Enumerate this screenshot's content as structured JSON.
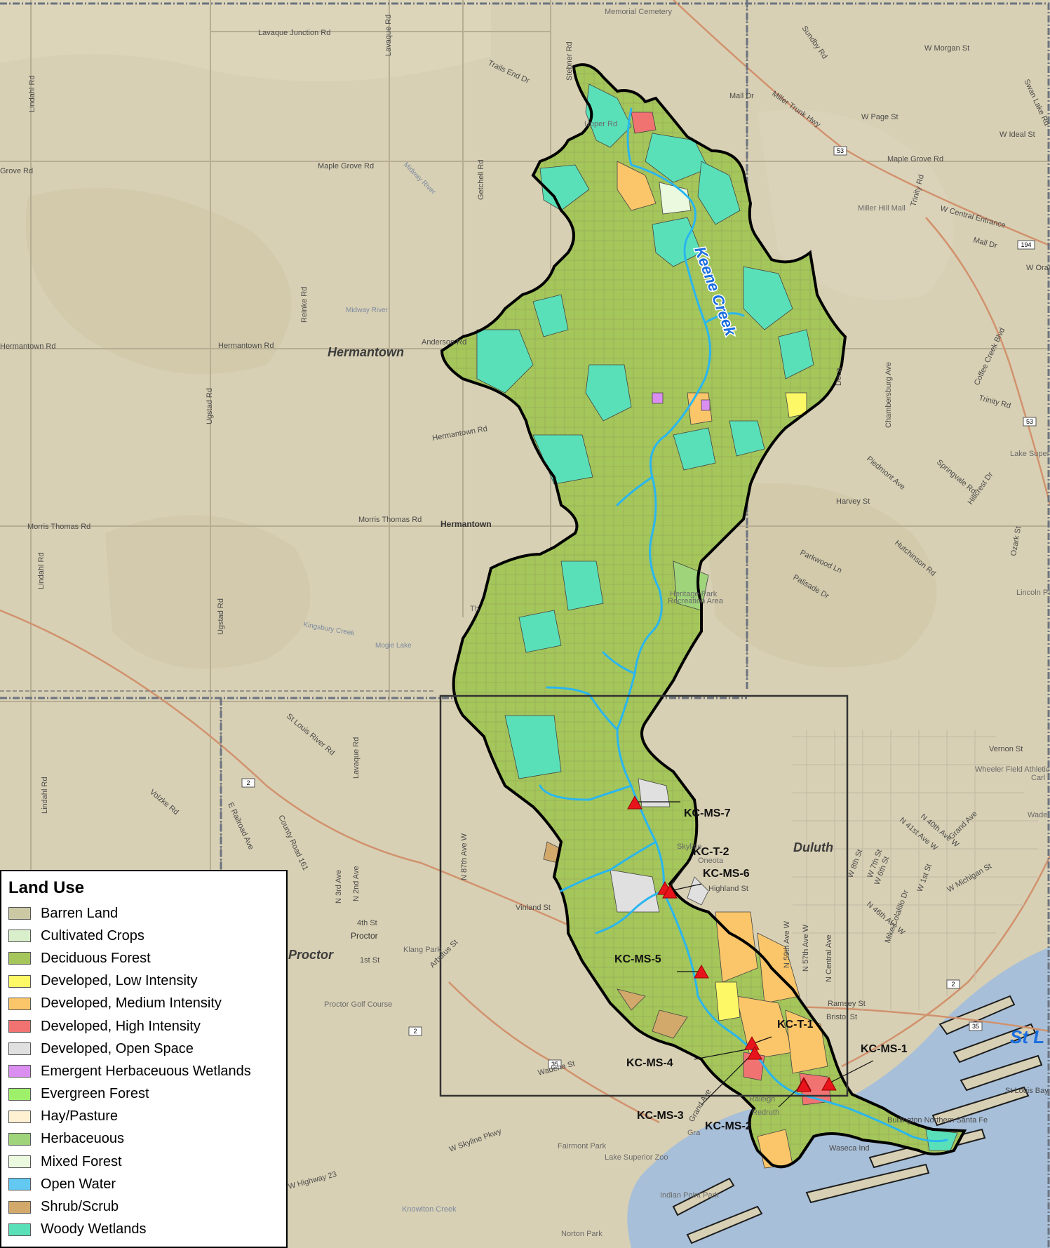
{
  "map": {
    "roads": [
      "Lavaque Junction Rd",
      "Trails End Dr",
      "Maple Grove Rd",
      "Maple Grove Rd",
      "Grove Rd",
      "Lindahl Rd",
      "Lavaque Rd",
      "Stebner Rd",
      "Getchell Rd",
      "Midway River",
      "Midway River",
      "Reinke Rd",
      "Hermantown Rd",
      "Hermantown Rd",
      "Anderson Rd",
      "Hermantown Rd",
      "Ugstad Rd",
      "Morris Thomas Rd",
      "Morris Thomas Rd",
      "Lindahl Rd",
      "Ugstad Rd",
      "Kingsbury Creek",
      "Mogie Lake",
      "St Louis River Rd",
      "Lindahl Rd",
      "Lavaque Rd",
      "Vinland St",
      "N 87th Ave W",
      "Arbutus St",
      "Volzke Rd",
      "E Railroad Ave",
      "County Road 161",
      "N 3rd Ave",
      "N 2nd Ave",
      "4th St",
      "1st St",
      "Highland St",
      "Sundby Rd",
      "Miller Trunk Hwy",
      "W Morgan St",
      "Mall Dr",
      "W Page St",
      "W Ideal St",
      "Swan Lake Rd",
      "W Central Entrance",
      "Mall Dr",
      "Trinity Rd",
      "Chambersburg Ave",
      "Coffee Creek Blvd",
      "Trinity Rd",
      "Piedmont Ave",
      "Springvale Rd",
      "Hillcrest Dr",
      "Harvey St",
      "Ozark St",
      "Hutchinson Rd",
      "Parkwood Ln",
      "Palisade Dr",
      "Vernon St",
      "N 59th Ave W",
      "N 57th Ave W",
      "N Central Ave",
      "Ramsey St",
      "Bristol St",
      "Grand Ave",
      "N 40th Ave W",
      "N 41st Ave W",
      "W 8th St",
      "W 7th St",
      "W 6th St",
      "W 1st St",
      "W Michigan St",
      "N 46th Ave W",
      "Mike Colalillo Dr",
      "W Skyline Pkwy",
      "Wadena St",
      "W Highway 23",
      "Knowlton Creek",
      "Grand Ave",
      "Waseca Ind",
      "St Louis Bay",
      "Burlington Northern Santa Fe",
      "W Orange",
      "Deca"
    ],
    "places": [
      "Hermantown",
      "Hermantown",
      "Proctor",
      "Duluth",
      "St L"
    ],
    "small_places": [
      "Miller Hill Mall",
      "Lake Superior College",
      "Lincoln Park",
      "Wheeler Field Athletic Complex",
      "Wade Municipal Stadium",
      "Proctor Golf Course",
      "Klang Park",
      "Fairmont Park",
      "Lake Superior Zoo",
      "Indian Point Park",
      "Norton Park",
      "Heritage Park",
      "Recreation Area",
      "Skyline",
      "Oneota",
      "Raleigh",
      "Redruth",
      "Proctor",
      "Gra",
      "Th",
      "Carl",
      "Memorial Cemetery",
      "Upper Rd"
    ],
    "route_shields": [
      "53",
      "53",
      "194",
      "2",
      "2",
      "35",
      "35",
      "2"
    ],
    "creek_name": "Keene Creek",
    "monitoring_sites": [
      {
        "id": "KC-MS-7"
      },
      {
        "id": "KC-T-2"
      },
      {
        "id": "KC-MS-6"
      },
      {
        "id": "KC-MS-5"
      },
      {
        "id": "KC-T-1"
      },
      {
        "id": "KC-MS-4"
      },
      {
        "id": "KC-MS-1"
      },
      {
        "id": "KC-MS-3"
      },
      {
        "id": "KC-MS-2"
      }
    ],
    "colors": {
      "basemap": "#d8d0b4",
      "watershed_outline": "#000000",
      "stream": "#29b6f0",
      "site_marker": "#e8141c",
      "water": "#a7bfd8"
    }
  },
  "legend": {
    "title": "Land Use",
    "items": [
      {
        "label": "Barren Land",
        "color": "#cbc9a4"
      },
      {
        "label": "Cultivated Crops",
        "color": "#d9efcc"
      },
      {
        "label": "Deciduous Forest",
        "color": "#a4c65a"
      },
      {
        "label": "Developed, Low Intensity",
        "color": "#fdf866"
      },
      {
        "label": "Developed, Medium Intensity",
        "color": "#fbc669"
      },
      {
        "label": "Developed, High Intensity",
        "color": "#f07372"
      },
      {
        "label": "Developed, Open Space",
        "color": "#e0e0e0"
      },
      {
        "label": "Emergent Herbaceuous Wetlands",
        "color": "#d98ef0"
      },
      {
        "label": "Evergreen Forest",
        "color": "#9ef06a"
      },
      {
        "label": "Hay/Pasture",
        "color": "#fff1d2"
      },
      {
        "label": "Herbaceuous",
        "color": "#9fd47a"
      },
      {
        "label": "Mixed Forest",
        "color": "#ebf9de"
      },
      {
        "label": "Open Water",
        "color": "#63c8f2"
      },
      {
        "label": "Shrub/Scrub",
        "color": "#d2a96b"
      },
      {
        "label": "Woody Wetlands",
        "color": "#5ae0b8"
      }
    ]
  }
}
